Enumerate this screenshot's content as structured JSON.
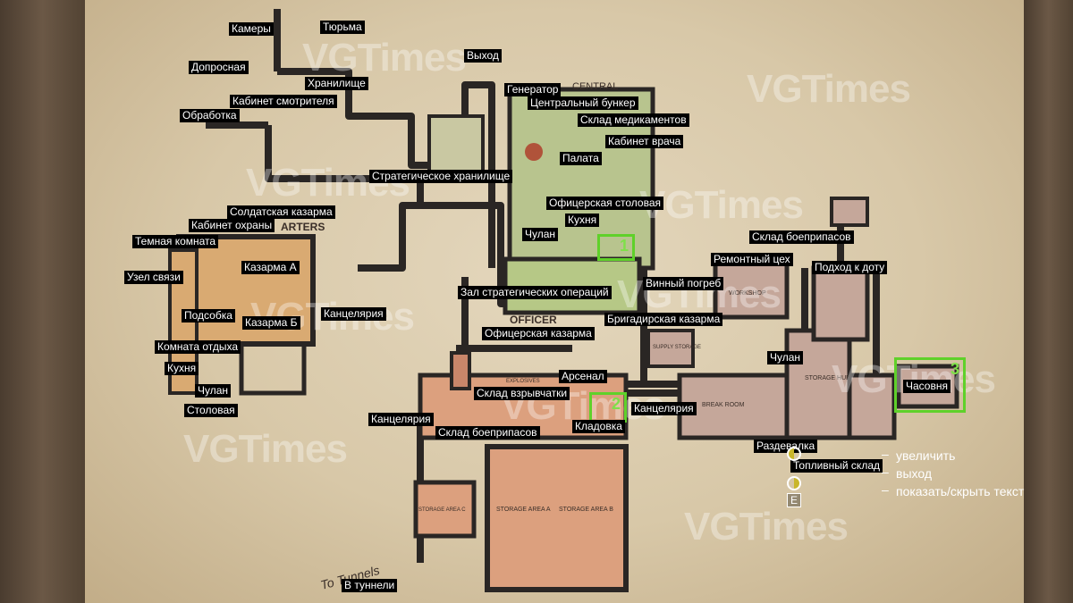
{
  "labels": {
    "kamery": "Камеры",
    "tyurma": "Тюрьма",
    "vykhod": "Выход",
    "doprosnaya": "Допросная",
    "khranilishche": "Хранилище",
    "generator": "Генератор",
    "kabinet_smotritelya": "Кабинет смотрителя",
    "centralny_bunker": "Центральный бункер",
    "obrabotka": "Обработка",
    "sklad_medikamentov": "Склад медикаментов",
    "kabinet_vracha": "Кабинет врача",
    "palata": "Палата",
    "strateg_khranilishche": "Стратегическое хранилище",
    "oficerskaya_stolovaya": "Офицерская столовая",
    "soldatskaya_kazarma": "Солдатская казарма",
    "kukhnya_1": "Кухня",
    "kabinet_okhrany": "Кабинет охраны",
    "chulan_1": "Чулан",
    "temnaya_komnata": "Темная комната",
    "sklad_boepripasov_1": "Склад боеприпасов",
    "remontny_cekh": "Ремонтный цех",
    "podkhod_k_dotu": "Подход к доту",
    "kazarma_a": "Казарма А",
    "uzel_svyazi": "Узел связи",
    "vinny_pogreb": "Винный погреб",
    "zal_strateg_operaciy": "Зал стратегических операций",
    "podsobka": "Подсобка",
    "kancelyariya_1": "Канцелярия",
    "kazarma_b": "Казарма Б",
    "brigadirskaya_kazarma": "Бригадирская казарма",
    "oficerskaya_kazarma": "Офицерская казарма",
    "komnata_otdykha": "Комната отдыха",
    "chulan_2": "Чулан",
    "kukhnya_2": "Кухня",
    "arsenal": "Арсенал",
    "chasovnya": "Часовня",
    "chulan_3": "Чулан",
    "sklad_vzryvchatki": "Склад взрывчатки",
    "kancelyariya_2": "Канцелярия",
    "stolovaya": "Столовая",
    "kladovka": "Кладовка",
    "kancelyariya_3": "Канцелярия",
    "sklad_boepripasov_2": "Склад боеприпасов",
    "razdevalka": "Раздевалка",
    "toplivny_sklad": "Топливный склад",
    "v_tunneli": "В туннели"
  },
  "markers": [
    "1",
    "2",
    "3"
  ],
  "map_text": {
    "central": "CENTRAL",
    "quarters": "ARTERS",
    "officer": "OFFICER",
    "workshop": "WORKSHOP",
    "storage_hub": "STORAGE HUB",
    "break_room": "BREAK ROOM",
    "supply_storage": "SUPPLY STORAGE",
    "storage_a": "STORAGE AREA A",
    "storage_b": "STORAGE AREA B",
    "storage_c": "STORAGE AREA C",
    "explosives": "EXPLOSIVES",
    "to_tunnels": "To Tunnels"
  },
  "legend": [
    {
      "key": "zoom-icon",
      "text": "увеличить"
    },
    {
      "key": "exit-icon",
      "text": "выход"
    },
    {
      "key": "E",
      "text": "показать/скрыть текст"
    }
  ],
  "watermark": "VGTimes"
}
